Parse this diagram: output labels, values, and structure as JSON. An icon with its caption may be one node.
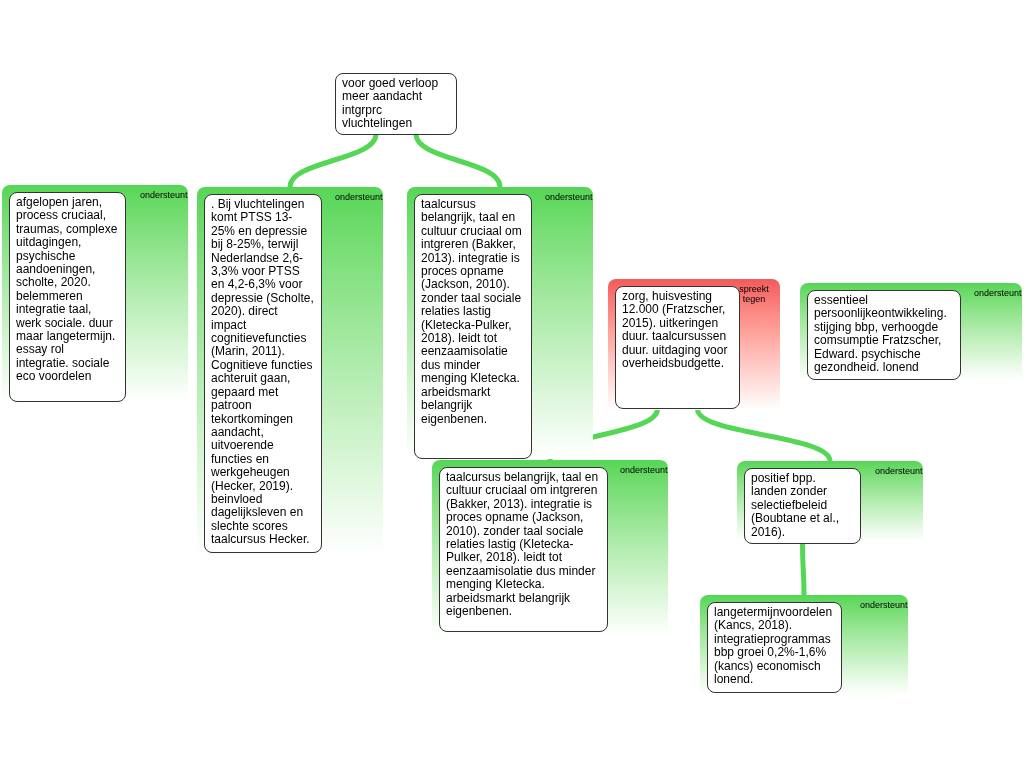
{
  "diagram": {
    "nodes": [
      {
        "text": [
          "voor goed verloop meer aandacht intgrprc vluchtelingen"
        ]
      },
      {
        "text": [
          "ondersteunt"
        ]
      },
      {
        "text": [
          "afgelopen jaren, process cruciaal, traumas, complexe uitdagingen, psychische aandoeningen, scholte, 2020. belemmeren integratie taal, werk sociale. duur maar langetermijn. essay rol integratie. sociale eco voordelen"
        ],
        "in": 1
      },
      {
        "text": [
          "ondersteunt"
        ]
      },
      {
        "text": [
          ". Bij vluchtelingen komt PTSS  13-25% en depressie bij 8-25%, terwijl Nederlandse  2,6-3,3% voor PTSS en 4,2-6,3% voor depressie (Scholte, 2020). direct impact cognitievefuncties (Marin, 2011). Cognitieve functies achteruit gaan, gepaard met patroon tekortkomingen aandacht, uitvoerende functies en werkgeheugen (Hecker, 2019). beinvloed dagelijksleven en slechte scores taalcursus Hecker."
        ],
        "in": 3
      },
      {
        "text": [
          "ondersteunt"
        ]
      },
      {
        "text": [
          "taalcursus belangrijk, taal en cultuur cruciaal om intgreren (Bakker, 2013). integratie is proces opname (Jackson, 2010). zonder taal sociale relaties lastig (Kletecka-Pulker, 2018). leidt tot eenzaamisolatie dus minder menging Kletecka. arbeidsmarkt belangrijk eigenbenen."
        ],
        "in": 5
      },
      {
        "text": [
          "spreekt tegen"
        ]
      },
      {
        "text": [
          "zorg, huisvesting 12.000 (Fratzscher, 2015). uitkeringen duur. taalcursussen duur. uitdaging voor overheidsbudgette."
        ],
        "in": 7
      },
      {
        "text": [
          "ondersteunt"
        ]
      },
      {
        "text": [
          "essentieel persoonlijkeontwikkeling. stijging bbp, verhoogde comsumptie Fratzscher, Edward. psychische gezondheid. lonend"
        ],
        "in": 9
      },
      {
        "text": [
          "ondersteunt"
        ]
      },
      {
        "text": [
          "taalcursus belangrijk, taal en cultuur cruciaal om intgreren (Bakker, 2013). integratie is proces opname (Jackson, 2010). zonder taal sociale relaties lastig (Kletecka-Pulker, 2018). leidt tot eenzaamisolatie dus minder menging Kletecka. arbeidsmarkt belangrijk eigenbenen."
        ],
        "in": 11
      },
      {
        "text": [
          "ondersteunt"
        ]
      },
      {
        "text": [
          "positief bpp. landen zonder selectiefbeleid (Boubtane et al., 2016)."
        ],
        "in": 13
      },
      {
        "text": [
          "ondersteunt"
        ]
      },
      {
        "text": [
          "langetermijnvoordelen (Kancs, 2018). integratieprogrammas bbp groei 0,2%-1,6% (kancs) economisch lonend."
        ],
        "in": 15
      }
    ],
    "edges": [
      {
        "from": 0,
        "to": 3,
        "arrow": "none"
      },
      {
        "from": 0,
        "to": 5,
        "arrow": "none"
      },
      {
        "from": 8,
        "to": 11,
        "arrow": "none"
      },
      {
        "from": 8,
        "to": 13,
        "arrow": "none"
      },
      {
        "from": 14,
        "to": 15,
        "arrow": "none"
      }
    ]
  }
}
